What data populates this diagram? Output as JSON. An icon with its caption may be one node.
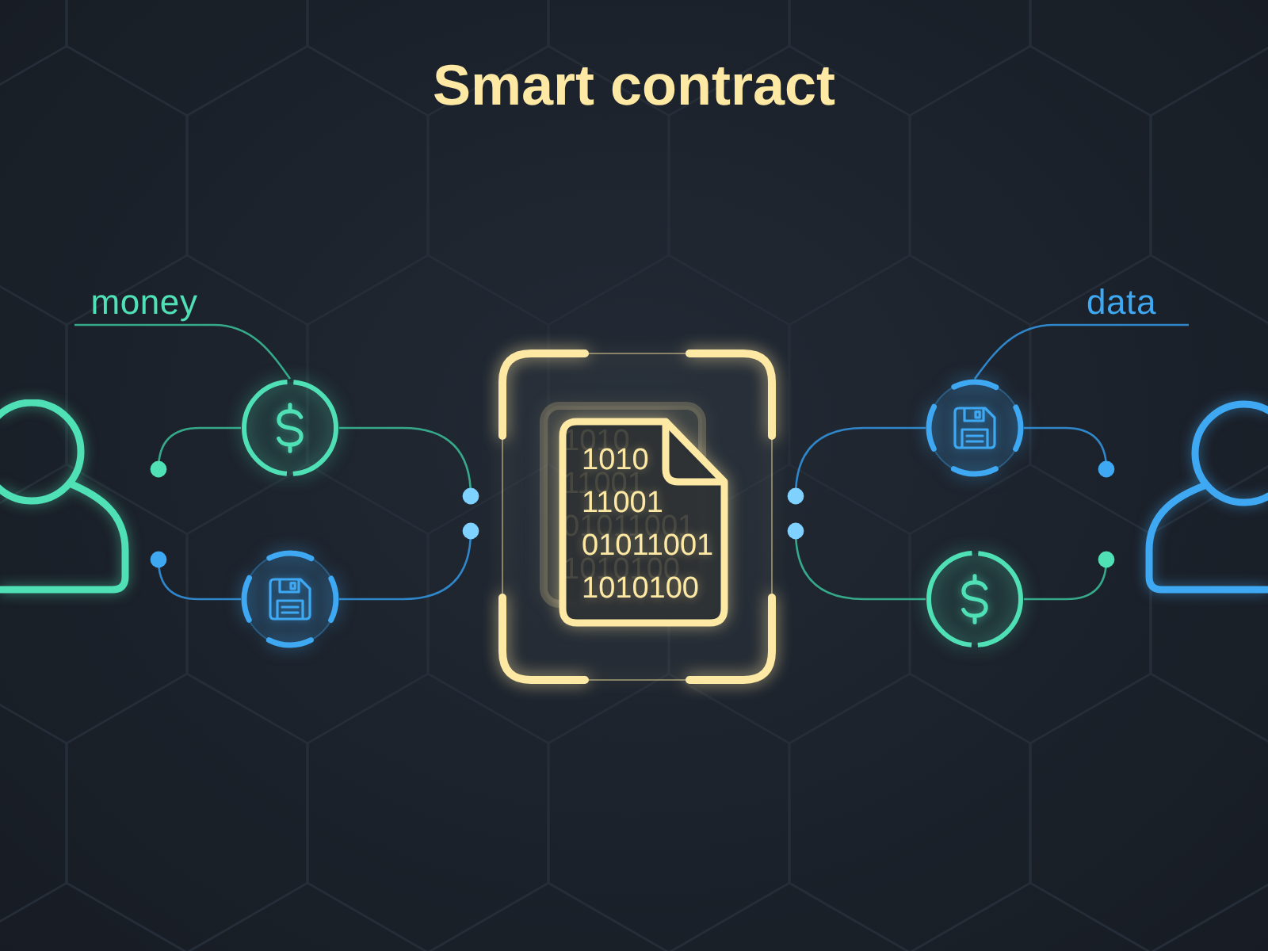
{
  "diagram": {
    "title": "Smart contract",
    "nodes": [
      {
        "text": [],
        "shape": "person"
      },
      {
        "text": [
          "money"
        ]
      },
      {
        "text": [],
        "shape": "circle"
      },
      {
        "text": [],
        "shape": "circle"
      },
      {
        "text": [],
        "shape": "box"
      },
      {
        "text": [
          "1010",
          "11001",
          "01011001",
          "1010100"
        ],
        "in": 4
      },
      {
        "text": [
          "data"
        ]
      },
      {
        "text": [],
        "shape": "circle"
      },
      {
        "text": [],
        "shape": "circle"
      },
      {
        "text": [],
        "shape": "person"
      }
    ],
    "edges": [
      {
        "from": 1,
        "to": 2,
        "arrow": "none",
        "color": "#35a98a"
      },
      {
        "from": 0,
        "to": 2,
        "arrow": "other",
        "color": "#35a98a"
      },
      {
        "from": 2,
        "to": 4,
        "arrow": "other",
        "color": "#35a98a"
      },
      {
        "from": 0,
        "to": 3,
        "arrow": "other"
      },
      {
        "from": 3,
        "to": 4,
        "arrow": "other"
      },
      {
        "from": 6,
        "to": 7,
        "arrow": "none"
      },
      {
        "from": 4,
        "to": 7,
        "arrow": "other"
      },
      {
        "from": 7,
        "to": 9,
        "arrow": "other"
      },
      {
        "from": 4,
        "to": 8,
        "arrow": "other",
        "color": "#35a98a"
      },
      {
        "from": 8,
        "to": 9,
        "arrow": "other",
        "color": "#35a98a"
      }
    ]
  }
}
